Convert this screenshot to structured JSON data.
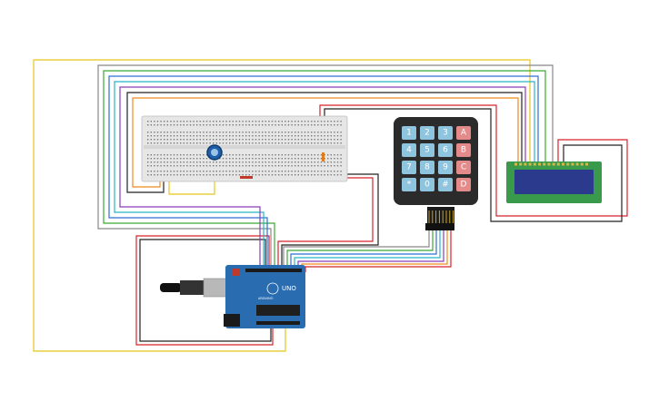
{
  "keypad": {
    "rows": [
      [
        "1",
        "2",
        "3",
        "A"
      ],
      [
        "4",
        "5",
        "6",
        "B"
      ],
      [
        "7",
        "8",
        "9",
        "C"
      ],
      [
        "*",
        "0",
        "#",
        "D"
      ]
    ],
    "digit_key_color": "#8fc4df",
    "letter_key_color": "#e58a8a"
  },
  "arduino": {
    "model_label": "UNO",
    "brand_label": "ARDUINO",
    "board_color": "#2a6cb0"
  },
  "lcd": {
    "screen_color": "#2b3a8c",
    "board_color": "#3a9a4b"
  },
  "colors": {
    "yellow": "#e8c51c",
    "red": "#d8232a",
    "black": "#222222",
    "green": "#3aa935",
    "blue": "#2f6fd6",
    "cyan": "#27b3c7",
    "purple": "#8a3db8",
    "orange": "#ef8a1f",
    "gray": "#888888",
    "breadboard": "#e6e6e6",
    "potentiometer": "#1f5fa8"
  }
}
